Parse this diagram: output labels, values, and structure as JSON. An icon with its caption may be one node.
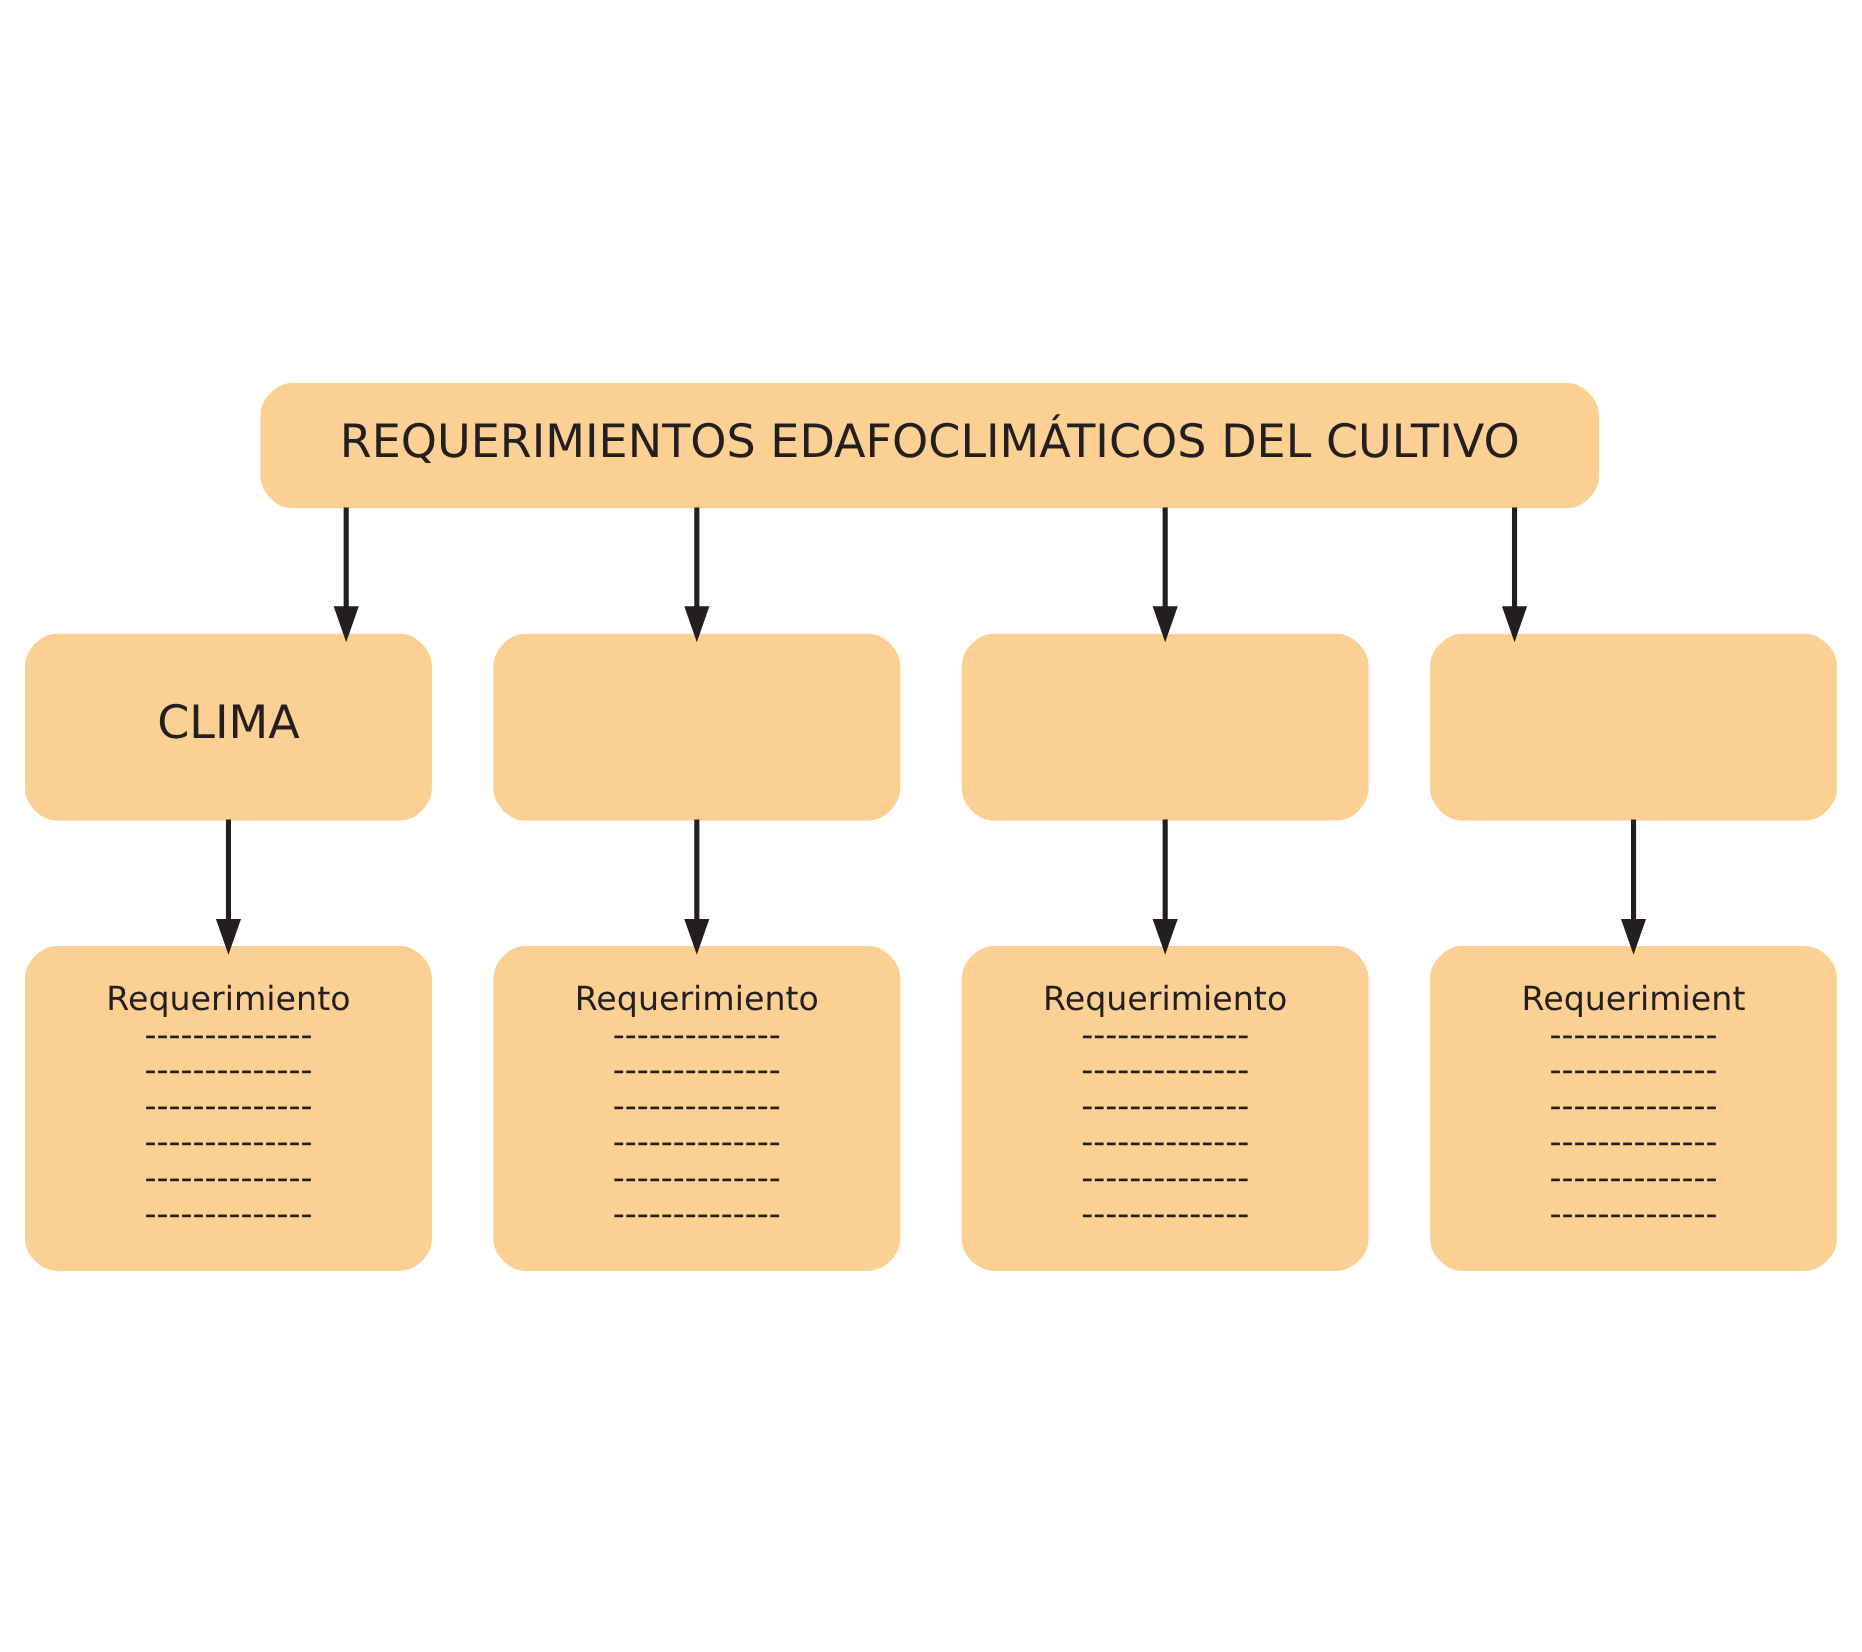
{
  "diagram": {
    "nodes": [
      {
        "text": [
          "REQUERIMIENTOS EDAFOCLIMÁTICOS DEL CULTIVO"
        ]
      },
      {
        "text": [
          "CLIMA"
        ]
      },
      {
        "text": [],
        "shape": "box"
      },
      {
        "text": [],
        "shape": "box"
      },
      {
        "text": [],
        "shape": "box"
      },
      {
        "text": [
          "Requerimiento",
          "--------------",
          "--------------",
          "--------------",
          "--------------",
          "--------------",
          "--------------"
        ]
      },
      {
        "text": [
          "Requerimiento",
          "--------------",
          "--------------",
          "--------------",
          "--------------",
          "--------------",
          "--------------"
        ]
      },
      {
        "text": [
          "Requerimiento",
          "--------------",
          "--------------",
          "--------------",
          "--------------",
          "--------------",
          "--------------"
        ]
      },
      {
        "text": [
          "Requerimient",
          "--------------",
          "--------------",
          "--------------",
          "--------------",
          "--------------",
          "--------------"
        ]
      }
    ],
    "edges": [
      {
        "from": 0,
        "to": 1,
        "arrow": "to"
      },
      {
        "from": 0,
        "to": 2,
        "arrow": "to"
      },
      {
        "from": 0,
        "to": 3,
        "arrow": "to"
      },
      {
        "from": 0,
        "to": 4,
        "arrow": "to"
      },
      {
        "from": 1,
        "to": 5,
        "arrow": "to"
      },
      {
        "from": 2,
        "to": 6,
        "arrow": "to"
      },
      {
        "from": 3,
        "to": 7,
        "arrow": "to"
      },
      {
        "from": 4,
        "to": 8,
        "arrow": "to"
      }
    ]
  }
}
